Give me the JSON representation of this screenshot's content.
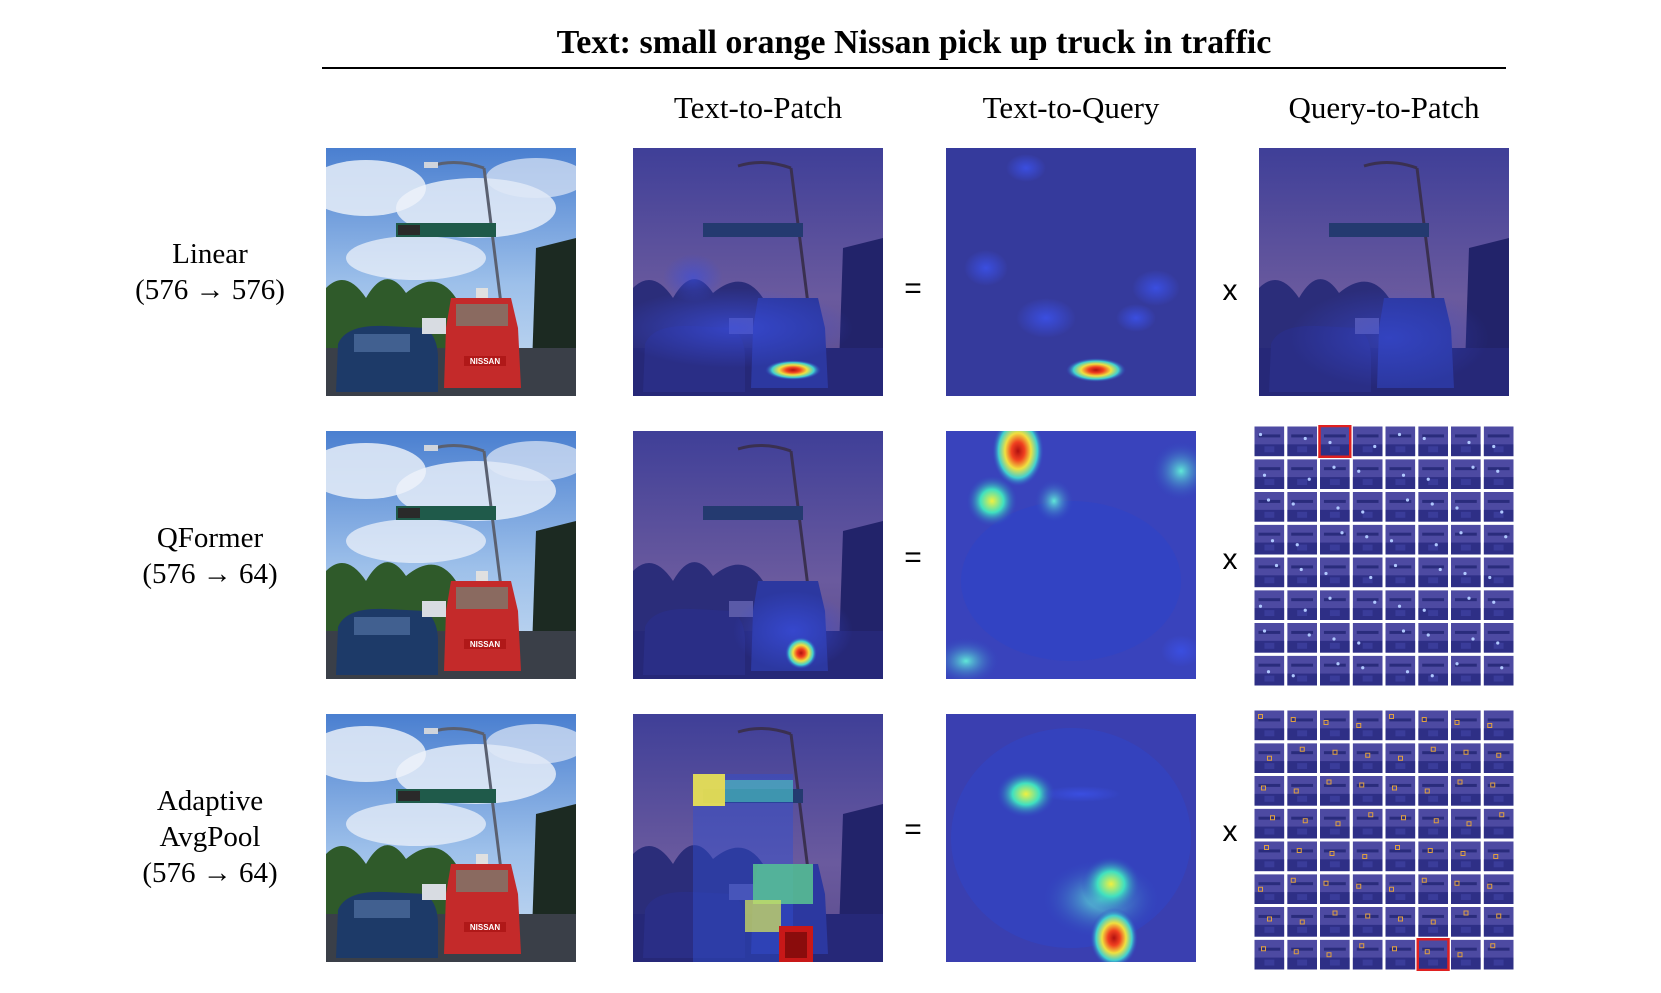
{
  "figure": {
    "title": "Text: small orange Nissan pick up truck in traffic",
    "columns": [
      "Text-to-Patch",
      "Text-to-Query",
      "Query-to-Patch"
    ],
    "rows": [
      {
        "label_lines": [
          "Linear",
          "(576 → 576)"
        ],
        "equals": "=",
        "times": "x"
      },
      {
        "label_lines": [
          "QFormer",
          "(576 → 64)"
        ],
        "equals": "=",
        "times": "x"
      },
      {
        "label_lines": [
          "Adaptive",
          "AvgPool",
          "(576 → 64)"
        ],
        "equals": "=",
        "times": "x"
      }
    ],
    "query_grid": {
      "rows": 8,
      "cols": 8
    },
    "highlighted_query_cells": {
      "row2": [
        0,
        2
      ],
      "row3": [
        7,
        5
      ]
    },
    "colors": {
      "highlight_border": "#e02020",
      "heat_low": "#2c2f8e",
      "heat_high": "#d0201a"
    }
  }
}
